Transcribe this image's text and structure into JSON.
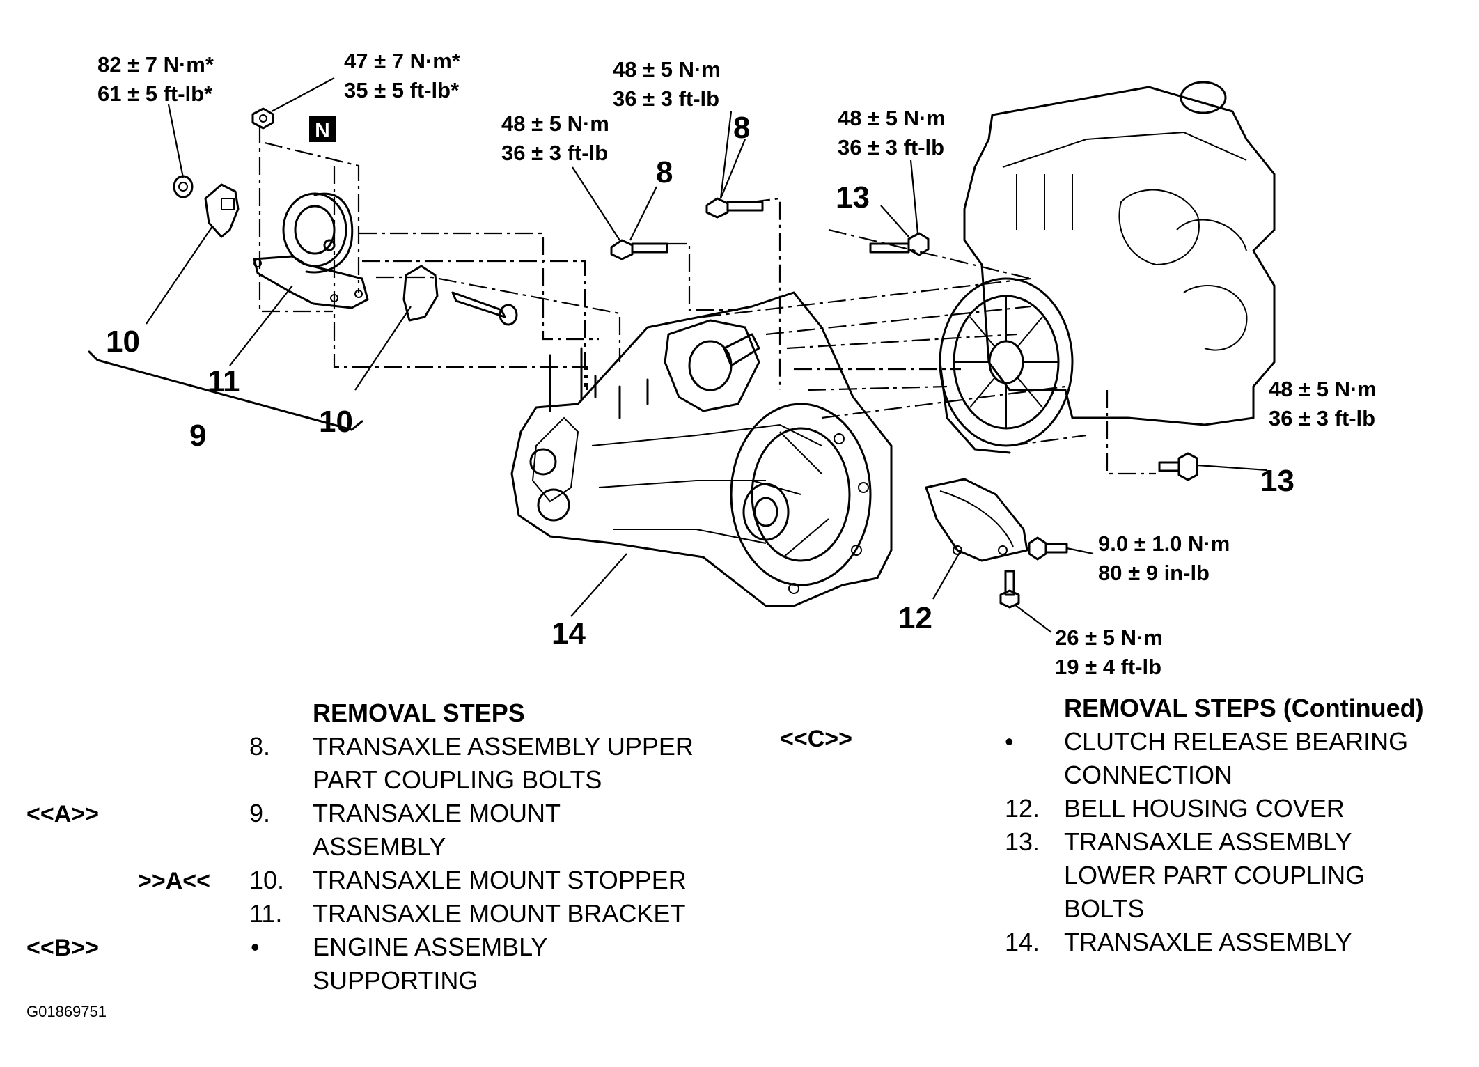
{
  "torque_specs": {
    "t1": {
      "nm": "82 ± 7 N·m*",
      "ft": "61 ± 5 ft-lb*"
    },
    "t2": {
      "nm": "47 ± 7 N·m*",
      "ft": "35 ± 5 ft-lb*"
    },
    "t3": {
      "nm": "48 ± 5 N·m",
      "ft": "36 ± 3 ft-lb"
    },
    "t4": {
      "nm": "48 ± 5 N·m",
      "ft": "36 ± 3 ft-lb"
    },
    "t5": {
      "nm": "48 ± 5 N·m",
      "ft": "36 ± 3 ft-lb"
    },
    "t6": {
      "nm": "48 ± 5 N·m",
      "ft": "36 ± 3 ft-lb"
    },
    "t7": {
      "nm": "9.0 ± 1.0 N·m",
      "ft": "80 ± 9 in-lb"
    },
    "t8": {
      "nm": "26 ± 5 N·m",
      "ft": "19 ± 4 ft-lb"
    }
  },
  "nut_marker": "N",
  "callouts": {
    "c8a": "8",
    "c8b": "8",
    "c13a": "13",
    "c13b": "13",
    "c10a": "10",
    "c10b": "10",
    "c11": "11",
    "c9": "9",
    "c14": "14",
    "c12": "12"
  },
  "removal_steps_left": {
    "heading": "REMOVAL STEPS",
    "items": [
      {
        "tag": "",
        "num": "8.",
        "lines": [
          "TRANSAXLE ASSEMBLY UPPER",
          "PART COUPLING BOLTS"
        ]
      },
      {
        "tag": "<<A>>",
        "num": "9.",
        "lines": [
          "TRANSAXLE MOUNT",
          "ASSEMBLY"
        ]
      },
      {
        "tag": ">>A<<",
        "num": "10.",
        "lines": [
          "TRANSAXLE MOUNT STOPPER"
        ]
      },
      {
        "tag": "",
        "num": "11.",
        "lines": [
          "TRANSAXLE MOUNT BRACKET"
        ]
      },
      {
        "tag": "<<B>>",
        "num": "•",
        "lines": [
          "ENGINE ASSEMBLY",
          "SUPPORTING"
        ]
      }
    ]
  },
  "removal_steps_right": {
    "heading": "REMOVAL STEPS (Continued)",
    "items": [
      {
        "tag": "<<C>>",
        "num": "•",
        "lines": [
          "CLUTCH RELEASE BEARING",
          "CONNECTION"
        ]
      },
      {
        "tag": "",
        "num": "12.",
        "lines": [
          "BELL HOUSING COVER"
        ]
      },
      {
        "tag": "",
        "num": "13.",
        "lines": [
          "TRANSAXLE ASSEMBLY",
          "LOWER PART COUPLING",
          "BOLTS"
        ]
      },
      {
        "tag": "",
        "num": "14.",
        "lines": [
          "TRANSAXLE ASSEMBLY"
        ]
      }
    ]
  },
  "figure_id": "G01869751"
}
